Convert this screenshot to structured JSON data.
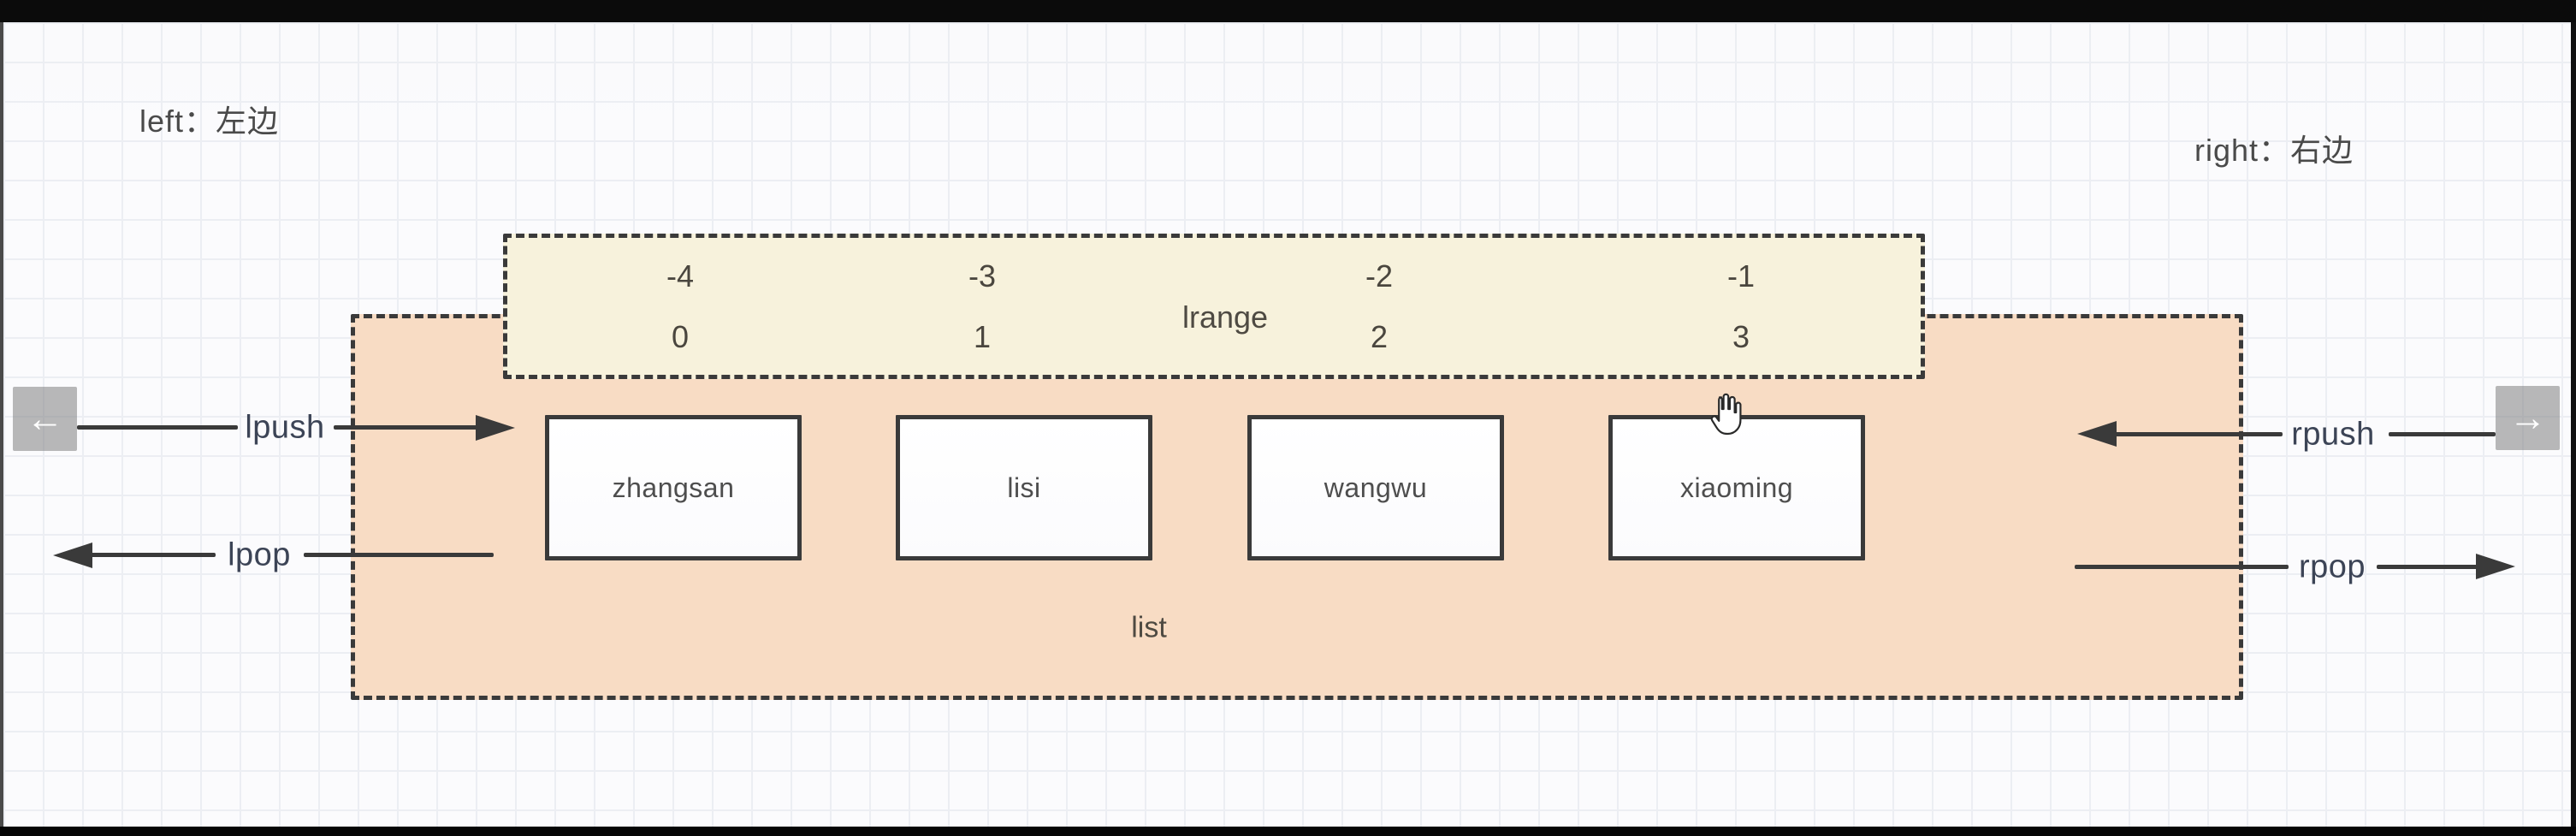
{
  "legend": {
    "left_label": "left：左边",
    "right_label": "right：右边"
  },
  "lrange": {
    "label": "lrange",
    "columns": [
      {
        "neg": "-4",
        "pos": "0"
      },
      {
        "neg": "-3",
        "pos": "1"
      },
      {
        "neg": "-2",
        "pos": "2"
      },
      {
        "neg": "-1",
        "pos": "3"
      }
    ]
  },
  "list": {
    "label": "list",
    "items": [
      {
        "value": "zhangsan"
      },
      {
        "value": "lisi"
      },
      {
        "value": "wangwu"
      },
      {
        "value": "xiaoming"
      }
    ]
  },
  "operations": {
    "lpush_label": "lpush",
    "lpop_label": "lpop",
    "rpush_label": "rpush",
    "rpop_label": "rpop"
  },
  "nav": {
    "left_glyph": "←",
    "right_glyph": "→"
  },
  "colors": {
    "list_fill": "#f8dcc4",
    "lrange_fill": "#f7f2dc",
    "stroke": "#3a3a3a",
    "operation_text": "#3c4456",
    "label_text": "#4a4a42",
    "nav_button": "#808080"
  }
}
